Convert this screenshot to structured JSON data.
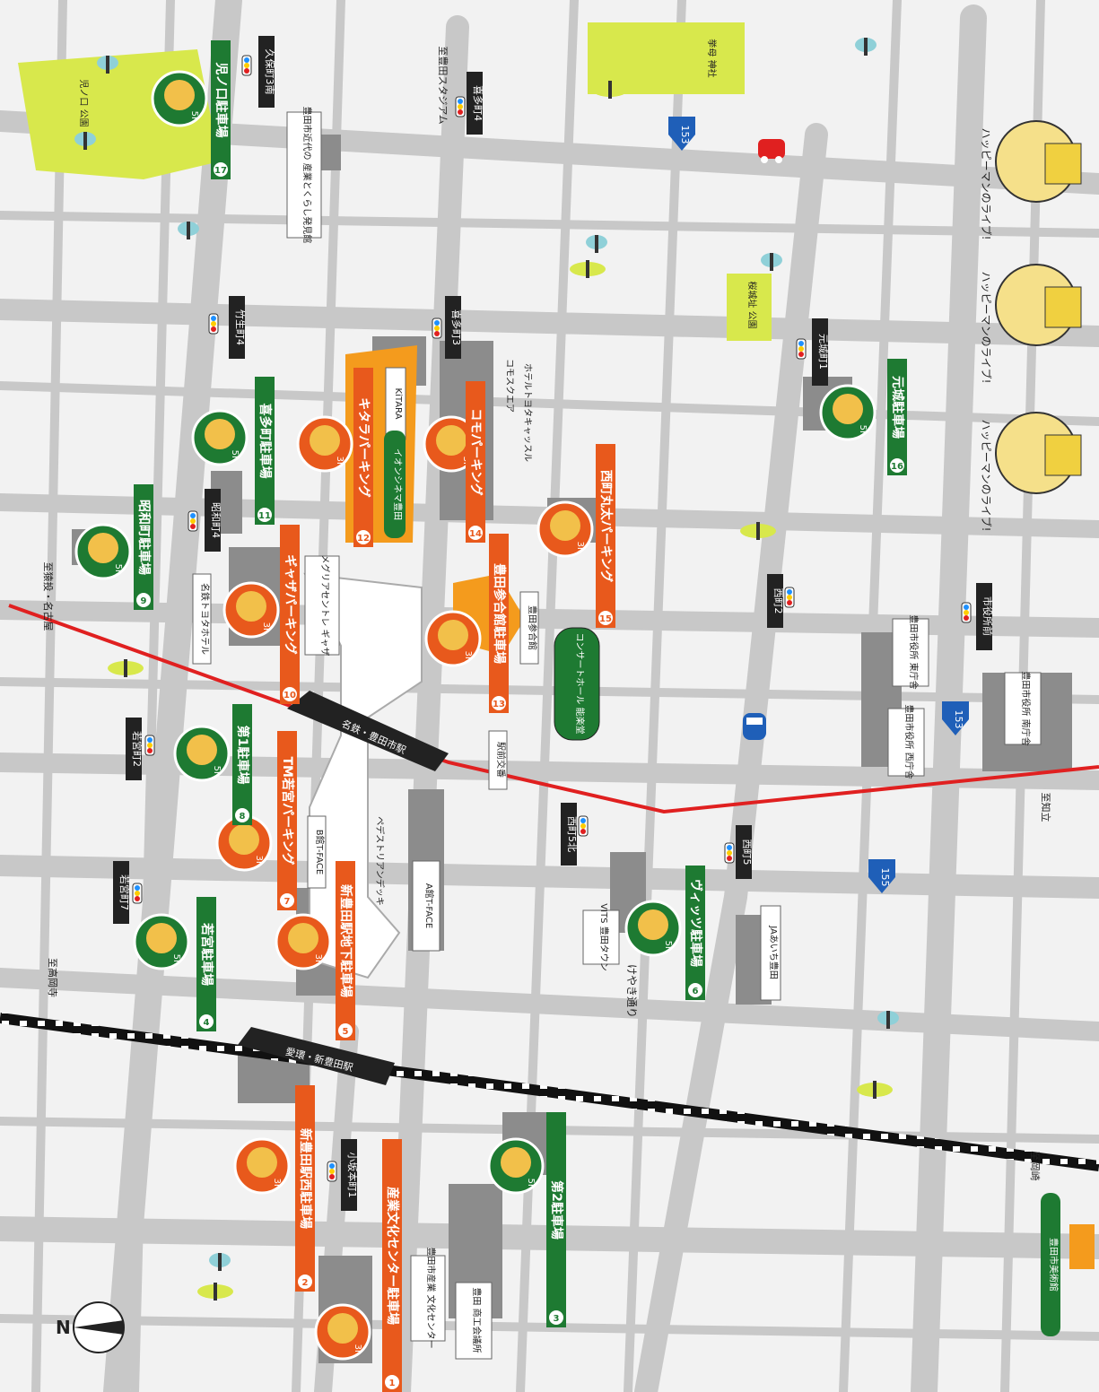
{
  "compass": {
    "north": "N"
  },
  "colors": {
    "road": "#c4c4c4",
    "block": "#f2f2f2",
    "building": "#8a8a8a",
    "park": "#d8e84c",
    "rail_line": "#e02020",
    "green_badge": "#1e7a32",
    "orange_badge": "#e8591c",
    "white_rail": "#ffffff"
  },
  "routes": {
    "r153a": "153",
    "r153b": "153",
    "r155": "155"
  },
  "parking": [
    {
      "num": "1",
      "name": "産業文化センター駐車場",
      "hours": "3h",
      "kind": "orange"
    },
    {
      "num": "2",
      "name": "新豊田駅西駐車場",
      "hours": "3h",
      "kind": "orange"
    },
    {
      "num": "3",
      "name": "第2駐車場",
      "hours": "5h",
      "kind": "green"
    },
    {
      "num": "4",
      "name": "若宮駐車場",
      "hours": "5h",
      "kind": "green"
    },
    {
      "num": "5",
      "name": "新豊田駅地下駐車場",
      "hours": "3h",
      "kind": "orange"
    },
    {
      "num": "6",
      "name": "ヴィッツ駐車場",
      "hours": "5h",
      "kind": "green"
    },
    {
      "num": "7",
      "name": "TM若宮パーキング",
      "hours": "3h",
      "kind": "orange"
    },
    {
      "num": "8",
      "name": "第1駐車場",
      "hours": "5h",
      "kind": "green"
    },
    {
      "num": "9",
      "name": "昭和町駐車場",
      "hours": "5h",
      "kind": "green"
    },
    {
      "num": "10",
      "name": "ギャザパーキング",
      "hours": "3h",
      "kind": "orange"
    },
    {
      "num": "11",
      "name": "喜多町駐車場",
      "hours": "5h",
      "kind": "green"
    },
    {
      "num": "12",
      "name": "キタラパーキング",
      "hours": "3h",
      "kind": "orange"
    },
    {
      "num": "13",
      "name": "豊田参合館駐車場",
      "hours": "3h",
      "kind": "orange"
    },
    {
      "num": "14",
      "name": "コモパーキング",
      "hours": "3h",
      "kind": "orange"
    },
    {
      "num": "15",
      "name": "西町丸太パーキング",
      "hours": "3h",
      "kind": "orange"
    },
    {
      "num": "16",
      "name": "元城駐車場",
      "hours": "5h",
      "kind": "green"
    },
    {
      "num": "17",
      "name": "児ノ口駐車場",
      "hours": "5h",
      "kind": "green"
    }
  ],
  "intersections": {
    "kubo3": "久保町3南",
    "takeo4": "竹生町4",
    "showa4": "昭和町4",
    "wakamiya2": "若宮町2",
    "wakamiya7": "若宮町7",
    "kosaka1": "小坂本町1",
    "kita4": "喜多町4",
    "kita3": "喜多町3",
    "nishi5n": "西町5北",
    "nishi5": "西町5",
    "nishi2": "西町2",
    "motoshiro1": "元城町1",
    "shiyakusho": "市役所前"
  },
  "places": {
    "konokuchi": "児ノ口\n公園",
    "kinen": "豊田市近代の\n産業とくらし発見館",
    "kitara": "KiTARA",
    "aeon": "イオンシネマ豊田",
    "como": "コモスクエア",
    "hotel_castle": "ホテルトヨタキャッスル",
    "meitetsu_hotel": "名鉄トヨタホテル",
    "megria": "メグリアセントレ\nギャザ",
    "b_face": "B館T-FACE",
    "a_face": "A館T-FACE",
    "deck": "ペデストリアンデッキ",
    "vits": "VITS\n豊田タウン",
    "ja": "JAあいち豊田",
    "sangokan": "豊田参合館",
    "concert": "コンサートホール\n能楽堂",
    "koban": "駅前交番",
    "sangyo_center": "豊田市産業\n文化センター",
    "shoko": "豊田\n商工会議所",
    "east_office": "豊田市役所\n東庁舎",
    "west_office": "豊田市役所\n西庁舎",
    "south_office": "豊田市役所\n南庁舎",
    "sakura": "桜城址\n公園",
    "jinja": "挙母\n神社",
    "museum": "豊田市美術館",
    "keyaki": "けやき通り"
  },
  "stations": {
    "meitetsu": "名鉄・豊田市駅",
    "aikan": "愛環・新豊田駅"
  },
  "directions": {
    "stadium": "至豊田スタジアム",
    "nagoya": "至猿投・名古屋",
    "takaoka": "至高岡寺",
    "okazaki": "至岡崎",
    "chiryu": "至知立"
  },
  "mascots": {
    "m1": "ハッピーマンのライブ!",
    "m2": "ハッピーマンのライブ!",
    "m3": "ハッピーマンのライブ!"
  }
}
